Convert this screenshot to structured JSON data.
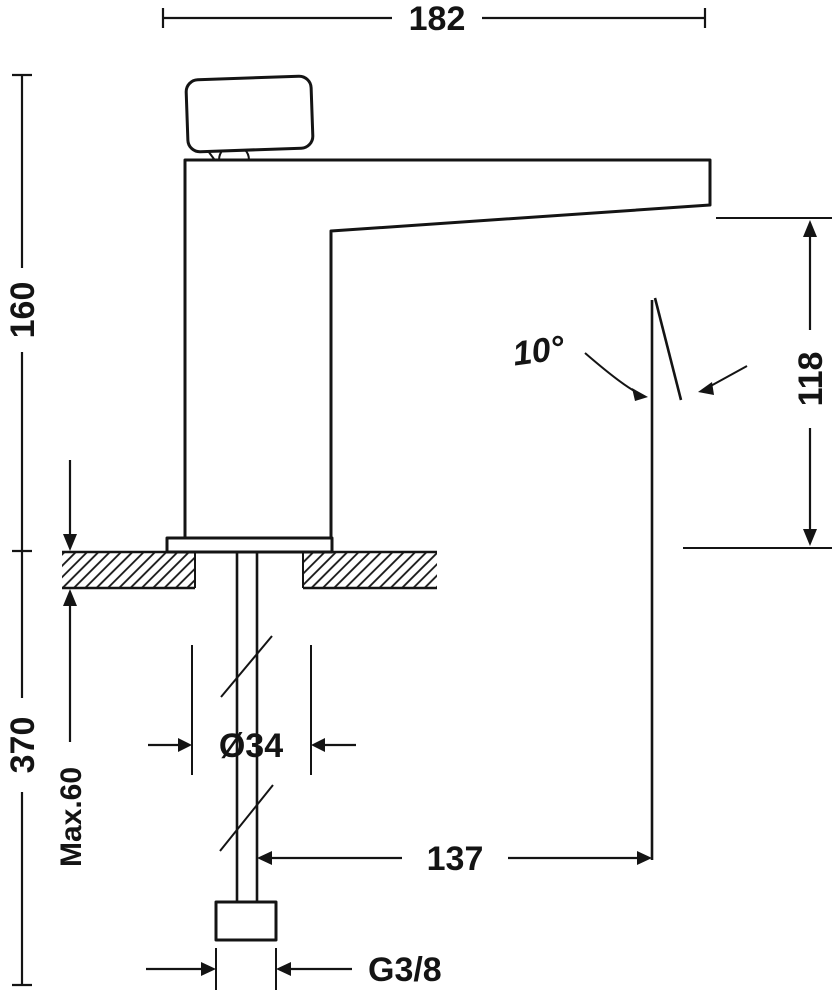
{
  "drawing": {
    "background": "#ffffff",
    "line_color": "#141414",
    "dimensions": {
      "total_length": "182",
      "height_above_counter": "160",
      "height_below_counter": "370",
      "max_counter_thickness": "Max.60",
      "diameter": "Ø34",
      "outlet_reach": "137",
      "thread_size": "G3/8",
      "outlet_height": "118",
      "outlet_angle": "10°"
    }
  }
}
